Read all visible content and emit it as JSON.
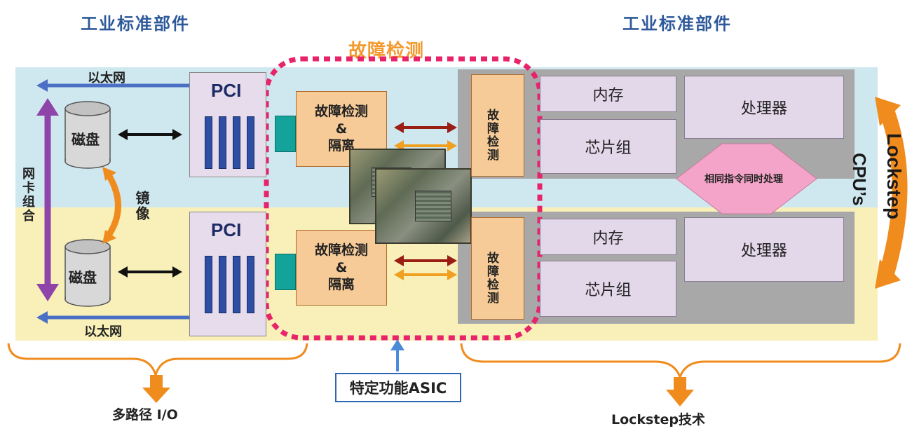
{
  "titles": {
    "left_top": "工业标准部件",
    "right_top": "工业标准部件",
    "fault_detect_zone": "故障检测"
  },
  "left_panel": {
    "ethernet_top": "以太网",
    "ethernet_bottom": "以太网",
    "nic_team": "网卡组合",
    "disk_top": "磁盘",
    "disk_bottom": "磁盘",
    "mirror": "镜像",
    "pci_top": "PCI",
    "pci_bottom": "PCI"
  },
  "fault_boxes": {
    "line1": "故障检测",
    "line2": "&",
    "line3": "隔离"
  },
  "right_panel": {
    "vertical_fault_label": "故障检测",
    "memory_top": "内存",
    "chipset_top": "芯片组",
    "processor_top": "处理器",
    "memory_bottom": "内存",
    "chipset_bottom": "芯片组",
    "processor_bottom": "处理器",
    "same_instruction": "相同指令同时处理",
    "cpus": "CPU’s",
    "lockstep": "Lockstep"
  },
  "callouts": {
    "asic": "特定功能ASIC",
    "multipath": "多路径 I/O",
    "lockstep_tech": "Lockstep技术"
  },
  "colors": {
    "band_blue": "#cfe8f0",
    "band_yellow": "#f8f0b8",
    "title_blue": "#2e5a9b",
    "fault_zone_dash": "#e8236a",
    "fault_zone_label": "#f39a2e",
    "orange_arrow": "#f08c1e",
    "purple_arrow": "#8e44a8",
    "pink_arrow": "#f4a4c8"
  }
}
